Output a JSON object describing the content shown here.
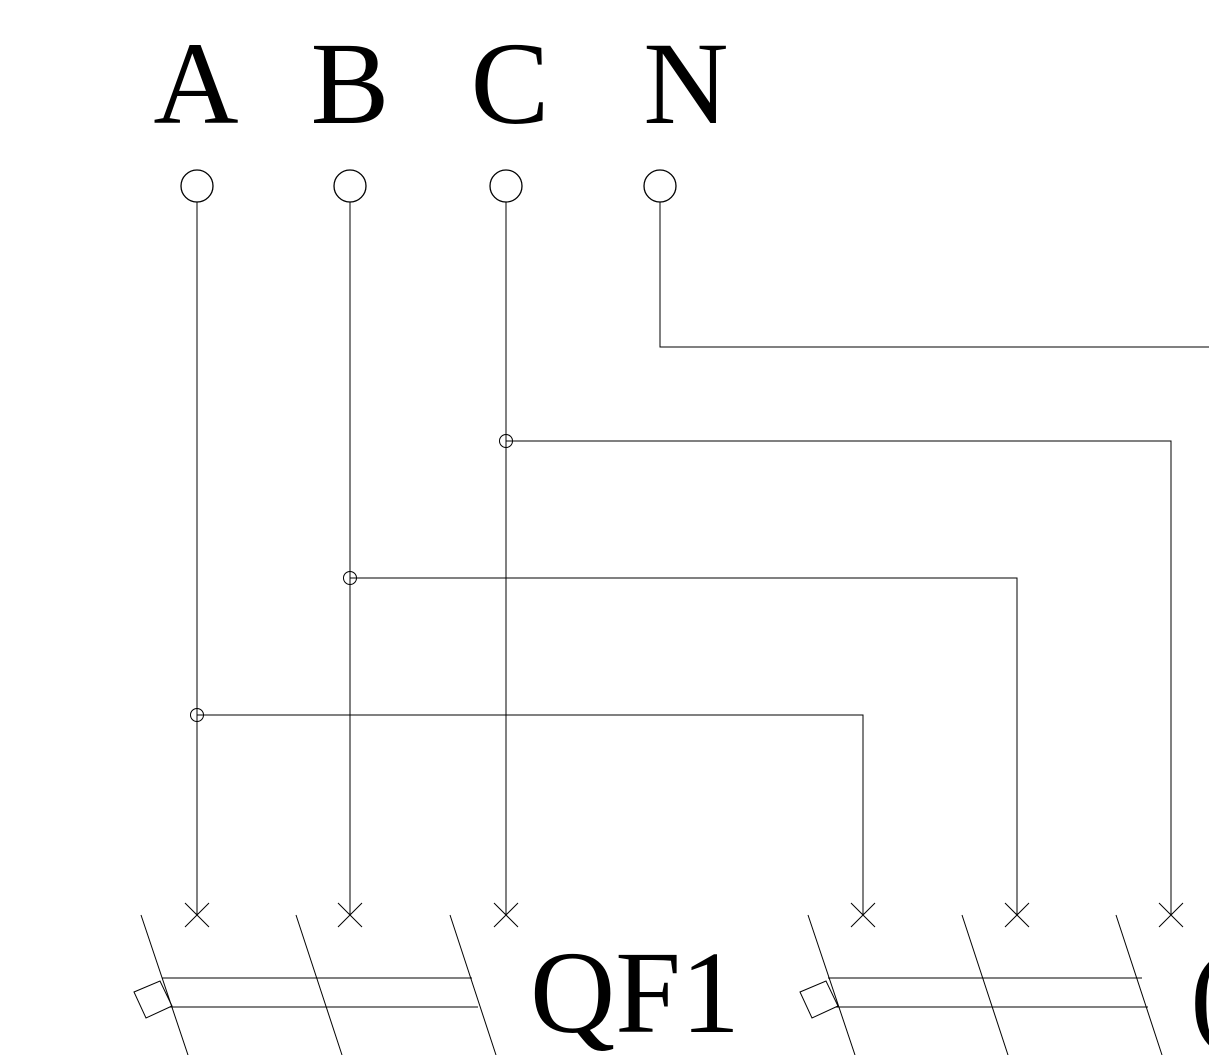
{
  "phase_labels": {
    "a": "A",
    "b": "B",
    "c": "C",
    "n": "N"
  },
  "breakers": {
    "qf1": "QF1",
    "second_partial": "("
  },
  "colors": {
    "line": "#000000",
    "background": "#ffffff"
  }
}
